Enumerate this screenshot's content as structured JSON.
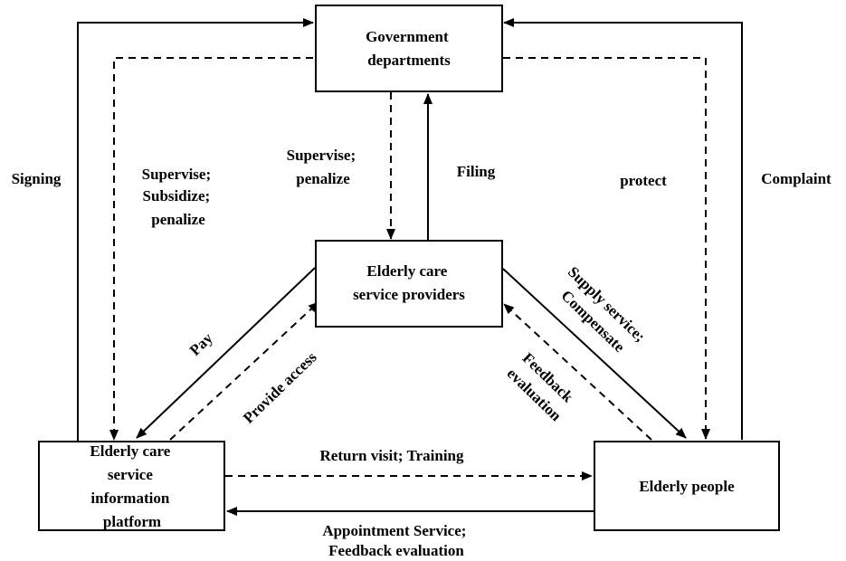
{
  "nodes": {
    "government": [
      "Government",
      "departments"
    ],
    "providers": [
      "Elderly care",
      "service providers"
    ],
    "platform": [
      "Elderly care",
      "service",
      "information",
      "platform"
    ],
    "elderly": [
      "Elderly people"
    ]
  },
  "edges": {
    "signing": [
      "Signing"
    ],
    "supervise_subsidize": [
      "Supervise;",
      "Subsidize;",
      "penalize"
    ],
    "supervise_penalize": [
      "Supervise;",
      "penalize"
    ],
    "filing": [
      "Filing"
    ],
    "protect": [
      "protect"
    ],
    "complaint": [
      "Complaint"
    ],
    "pay": [
      "Pay"
    ],
    "provide_access": [
      "Provide access"
    ],
    "supply_service": [
      "Supply service;",
      "Compensate"
    ],
    "feedback_evaluation_provider": [
      "Feedback",
      "evaluation"
    ],
    "return_visit": [
      "Return visit; Training"
    ],
    "appointment": [
      "Appointment Service;",
      "Feedback evaluation"
    ]
  }
}
